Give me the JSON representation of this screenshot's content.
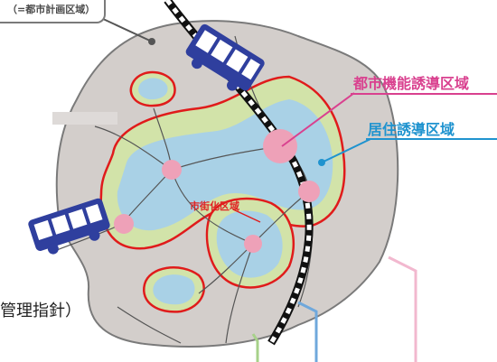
{
  "labels": {
    "city_planning_area": "（=都市計画区域）",
    "urban_function_area": "都市機能誘導区域",
    "residential_area": "居住誘導区域",
    "urbanization_area": "市街化区域",
    "management_policy": "管理指針）"
  },
  "colors": {
    "city_land": "#d3cecb",
    "urbanization_boundary": "#e01b1b",
    "green_zone": "#d2e3a9",
    "blue_zone": "#a9d1e6",
    "hub": "#eea1b8",
    "urban_function_accent": "#d9418f",
    "residential_accent": "#1f93cf",
    "bus": "#2f3f9e",
    "rail": "#111111"
  },
  "icons": [
    "bus-icon",
    "bus-icon"
  ]
}
